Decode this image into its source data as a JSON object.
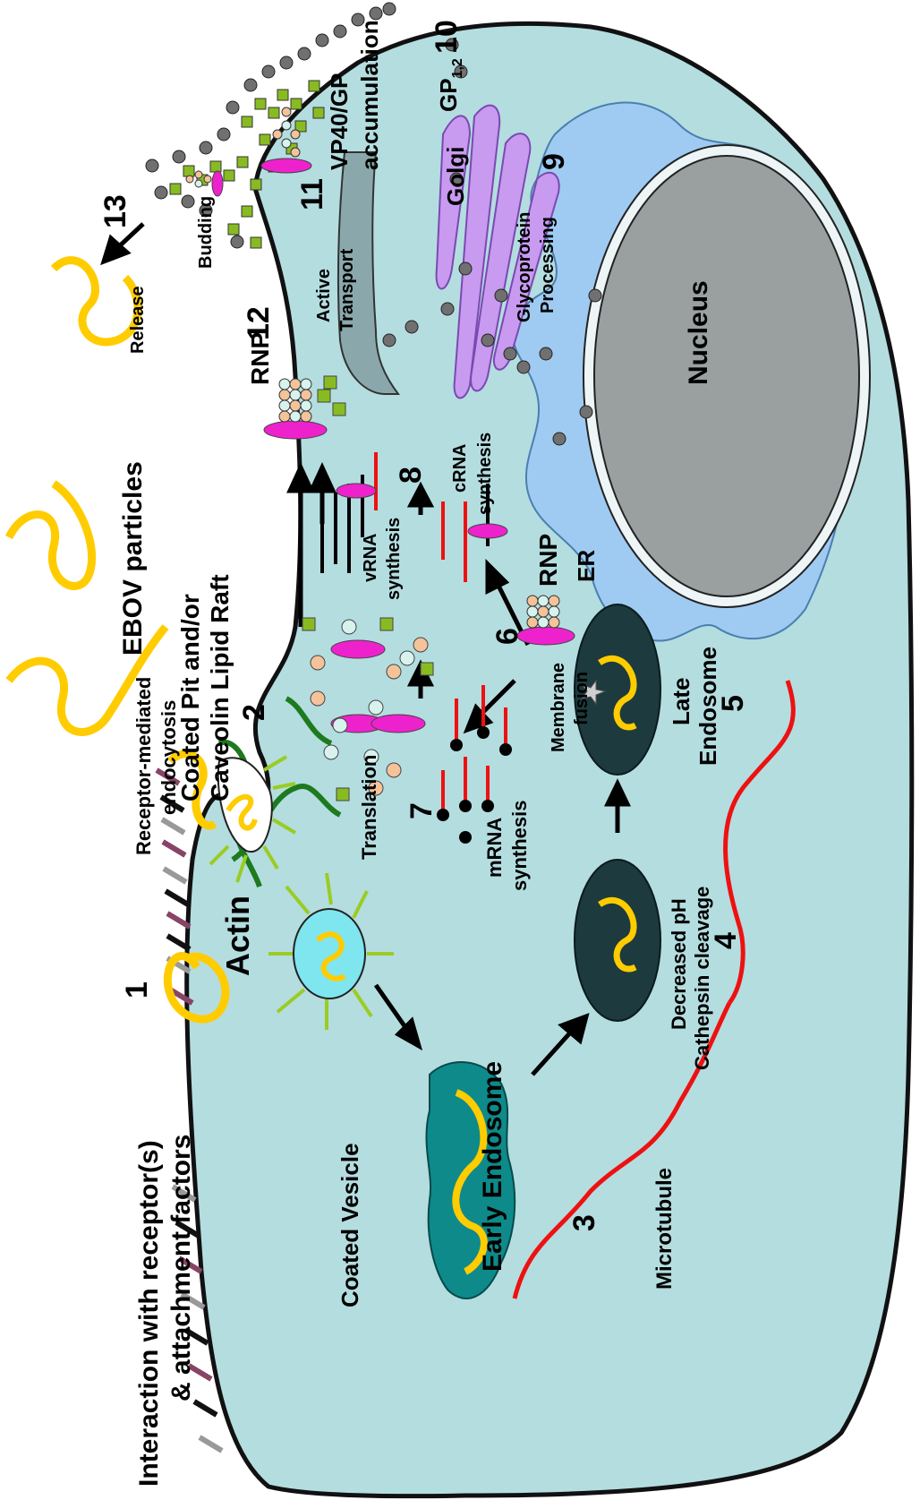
{
  "labels": {
    "interaction": "Interaction with receptor(s)",
    "attachment": "& attachment factors",
    "coated_vesicle": "Coated Vesicle",
    "actin": "Actin",
    "receptor_mediated": "Receptor-mediated",
    "endocytosis": "endocytosis",
    "coated_pit": "Coated Pit and/or",
    "caveolin": "Caveolin Lipid Raft",
    "ebov_particles": "EBOV particles",
    "early_endosome": "Early Endosome",
    "microtubule": "Microtubule",
    "decreased_ph": "Decreased pH",
    "cathepsin": "Cathepsin cleavage",
    "late_endosome_1": "Late",
    "late_endosome_2": "Endosome",
    "membrane_fusion_1": "Membrane",
    "membrane_fusion_2": "fusion",
    "translation": "Translation",
    "mrna_1": "mRNA",
    "mrna_2": "synthesis",
    "rnp": "RNP",
    "vrna_1": "vRNA",
    "vrna_2": "synthesis",
    "crna_1": "cRNA",
    "crna_2": "synthesis",
    "er": "ER",
    "nucleus": "Nucleus",
    "glyco_1": "Glycoprotein",
    "glyco_2": "Processing",
    "golgi": "Golgi",
    "gp": "GP",
    "gp_sub": "1,2",
    "vp40_1": "VP40/GP",
    "vp40_2": "accumulation",
    "active_1": "Active",
    "active_2": "Transport",
    "rnp12": "RNP",
    "budding": "Budding",
    "release": "Release"
  },
  "steps": {
    "s1": "1",
    "s2": "2",
    "s3": "3",
    "s4": "4",
    "s5": "5",
    "s6": "6",
    "s7": "7",
    "s8": "8",
    "s9": "9",
    "s10": "10",
    "s11": "11",
    "s12": "12",
    "s13": "13"
  },
  "colors": {
    "cell": "#b4dde0",
    "virus": "#ffcc00",
    "endosome_early": "#0e8a8a",
    "endosome_late": "#1d3a3e",
    "microtubule": "#ee1111",
    "actin": "#1e7a1e",
    "vesicle_spike": "#9acc22",
    "er": "#9fcbf2",
    "golgi": "#c89af0",
    "nucleus": "#9aa0a0",
    "np": "#f4c39a",
    "vp35": "#d8f2ee",
    "l_protein": "#ee22cc",
    "vp40": "#88bb22",
    "gp_dot": "#707070"
  }
}
